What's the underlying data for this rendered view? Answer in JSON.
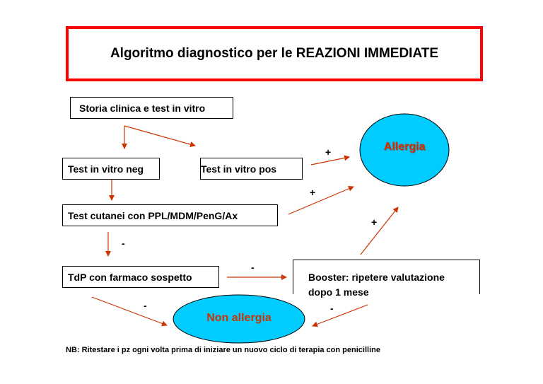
{
  "title": "Algoritmo diagnostico per le REAZIONI IMMEDIATE",
  "nodes": {
    "storia": "Storia clinica e test in vitro",
    "test_neg": "Test in vitro neg",
    "test_pos": "Test in vitro pos",
    "test_cutanei": "Test cutanei con PPL/MDM/PenG/Ax",
    "tdp": "TdP con farmaco sospetto",
    "booster_line1": "Booster: ripetere valutazione",
    "booster_line2": "dopo 1 mese",
    "allergia": "Allergia",
    "non_allergia": "Non allergia"
  },
  "signs": {
    "pos_to_allergia": "+",
    "cutanei_to_allergia": "+",
    "booster_to_allergia": "+",
    "cutanei_to_tdp": "-",
    "tdp_to_booster": "-",
    "tdp_to_non_allergia": "-",
    "booster_to_non_allergia": "-"
  },
  "note": "NB: Ritestare i pz ogni volta prima di iniziare un nuovo ciclo di terapia con penicilline",
  "colors": {
    "title_border": "#ff0000",
    "arrow": "#cc3300",
    "ellipse_fill": "#00ccff",
    "ellipse_label": "#cc3300"
  }
}
